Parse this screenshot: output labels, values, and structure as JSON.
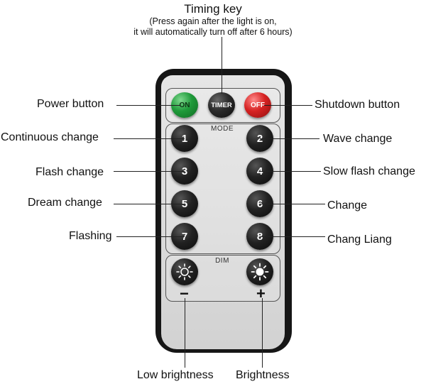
{
  "header": {
    "title": "Timing key",
    "subtitle_line1": "(Press again after the light is on,",
    "subtitle_line2": "it will automatically turn off after 6 hours)"
  },
  "remote": {
    "on_label": "ON",
    "timer_label": "TIMER",
    "off_label": "OFF",
    "mode_label": "MODE",
    "dim_label": "DIM",
    "numbers": [
      "1",
      "2",
      "3",
      "4",
      "5",
      "6",
      "7",
      "8"
    ],
    "minus": "−",
    "plus": "+",
    "colors": {
      "on": "#1f9a3a",
      "off": "#d62222",
      "body": "#161616",
      "face": "#dadada"
    }
  },
  "labels": {
    "power_button": "Power button",
    "shutdown_button": "Shutdown button",
    "continuous_change": "Continuous change",
    "wave_change": "Wave change",
    "flash_change": "Flash change",
    "slow_flash_change": "Slow flash change",
    "dream_change": "Dream change",
    "change": "Change",
    "flashing": "Flashing",
    "chang_liang": "Chang Liang",
    "low_brightness": "Low brightness",
    "brightness": "Brightness"
  },
  "icons": {
    "dim_down": "sun-dim-icon",
    "dim_up": "sun-bright-icon"
  }
}
